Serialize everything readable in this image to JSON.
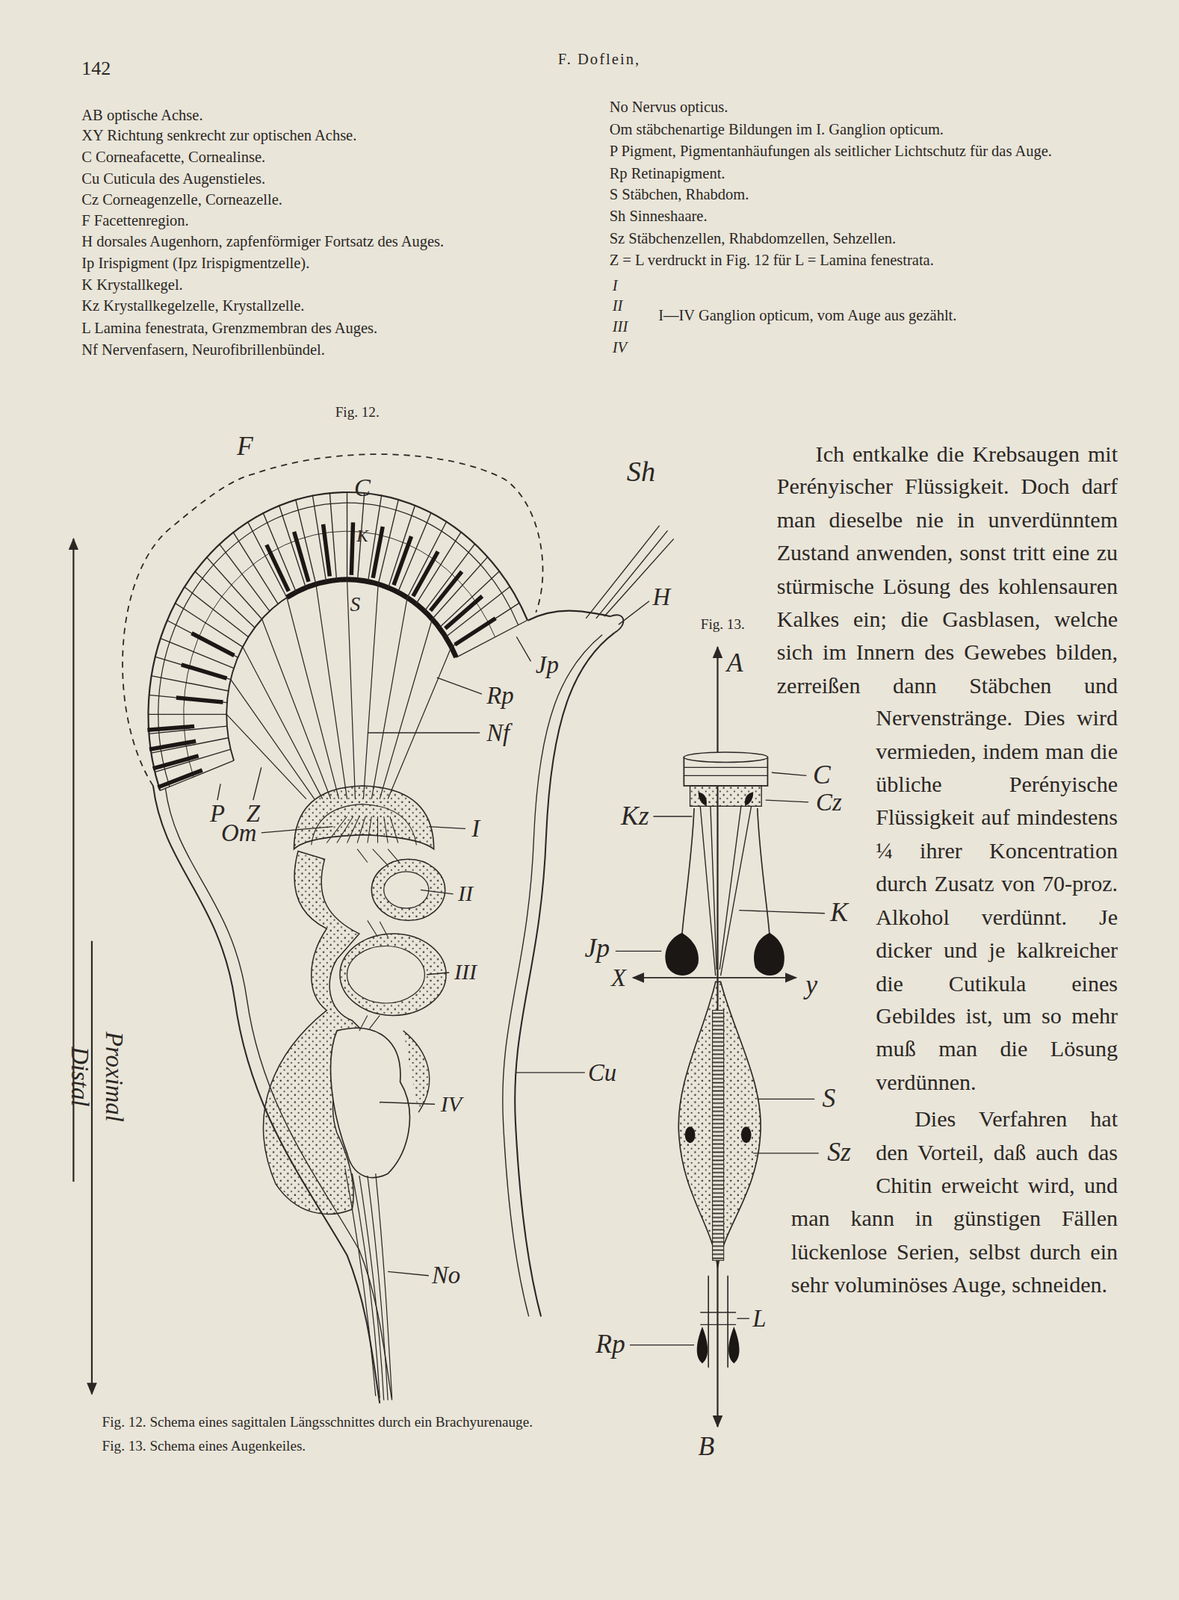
{
  "diagram": {
    "labels": [
      "142",
      "F. Doflein,",
      "AB optische Achse.",
      "XY Richtung senkrecht zur optischen Achse.",
      "C Corneafacette, Cornealinse.",
      "Cu Cuticula des Augenstieles.",
      "Cz Corneagenzelle, Corneazelle.",
      "F Facettenregion.",
      "H dorsales Augenhorn, zapfenförmiger Fortsatz des Auges.",
      "Ip Irispigment (Ipz Irispigmentzelle).",
      "K Krystallkegel.",
      "Kz Krystallkegelzelle, Krystallzelle.",
      "L Lamina fenestrata, Grenzmembran des Auges.",
      "Nf Nervenfasern, Neurofibrillenbündel.",
      "No Nervus opticus.",
      "Om stäbchenartige Bildungen im I. Ganglion opticum.",
      "P Pigment, Pigmentanhäufungen als seitlicher Lichtschutz für das Auge.",
      "Rp Retinapigment.",
      "S Stäbchen, Rhabdom.",
      "Sh Sinneshaare.",
      "Sz Stäbchenzellen, Rhabdomzellen, Sehzellen.",
      "Z = L verdruckt in Fig. 12 für L = Lamina fenestrata.",
      "I",
      "II",
      "III",
      "IV",
      "I—IV Ganglion opticum, vom Auge aus gezählt.",
      "Fig. 12.",
      "F",
      "C",
      "K",
      "S",
      "Sh",
      "H",
      "Jp",
      "Rp",
      "Nf",
      "P",
      "Z",
      "Om",
      "I",
      "II",
      "III",
      "IV",
      "Cu",
      "No",
      "Proximal",
      "Distal",
      "Fig. 13.",
      "A",
      "C",
      "Cz",
      "Kz",
      "K",
      "Jp",
      "X",
      "y",
      "S",
      "Sz",
      "L",
      "Rp",
      "B",
      "Ich entkalke die Krebsaugen mit Perényischer Flüssigkeit. Doch darf man dieselbe nie in unverdünntem Zustand anwenden, sonst tritt eine zu stürmische Lösung des kohlensauren Kalkes ein; die Gasblasen, welche sich im Innern des Gewebes bilden, zerreißen dann Stäbchen und Nervenstränge. Dies wird vermieden, indem man die übliche Perényische Flüssigkeit auf mindestens ¼ ihrer Koncentration durch Zusatz von 70-proz. Alkohol verdünnt. Je dicker und je kalkreicher die Cutikula eines Gebildes ist, um so mehr muß man die Lösung verdünnen.",
      "Dies Verfahren hat den Vorteil, daß auch das Chitin erweicht wird, und man kann in günstigen Fällen lückenlose Serien, selbst durch ein sehr voluminöses Auge, schneiden.",
      "Fig. 12. Schema eines sagittalen Längsschnittes durch ein Brachyurenauge.",
      "Fig. 13. Schema eines Augenkeiles."
    ]
  }
}
